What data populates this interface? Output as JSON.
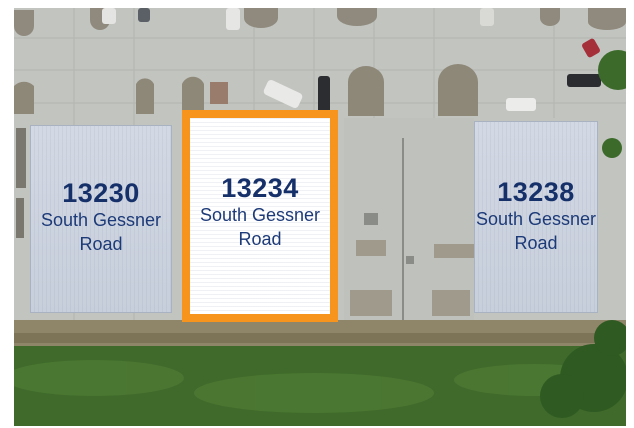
{
  "buildings": [
    {
      "number": "13230",
      "street_line1": "South Gessner",
      "street_line2": "Road",
      "highlighted": false
    },
    {
      "number": "13234",
      "street_line1": "South Gessner",
      "street_line2": "Road",
      "highlighted": true
    },
    {
      "number": "13238",
      "street_line1": "South Gessner",
      "street_line2": "Road",
      "highlighted": false
    }
  ],
  "colors": {
    "highlight_border": "#f7941d",
    "number_text": "#16306a",
    "street_text": "#1d3a78",
    "pavement": "#c4c6c2",
    "grass": "#3f6a2b"
  }
}
